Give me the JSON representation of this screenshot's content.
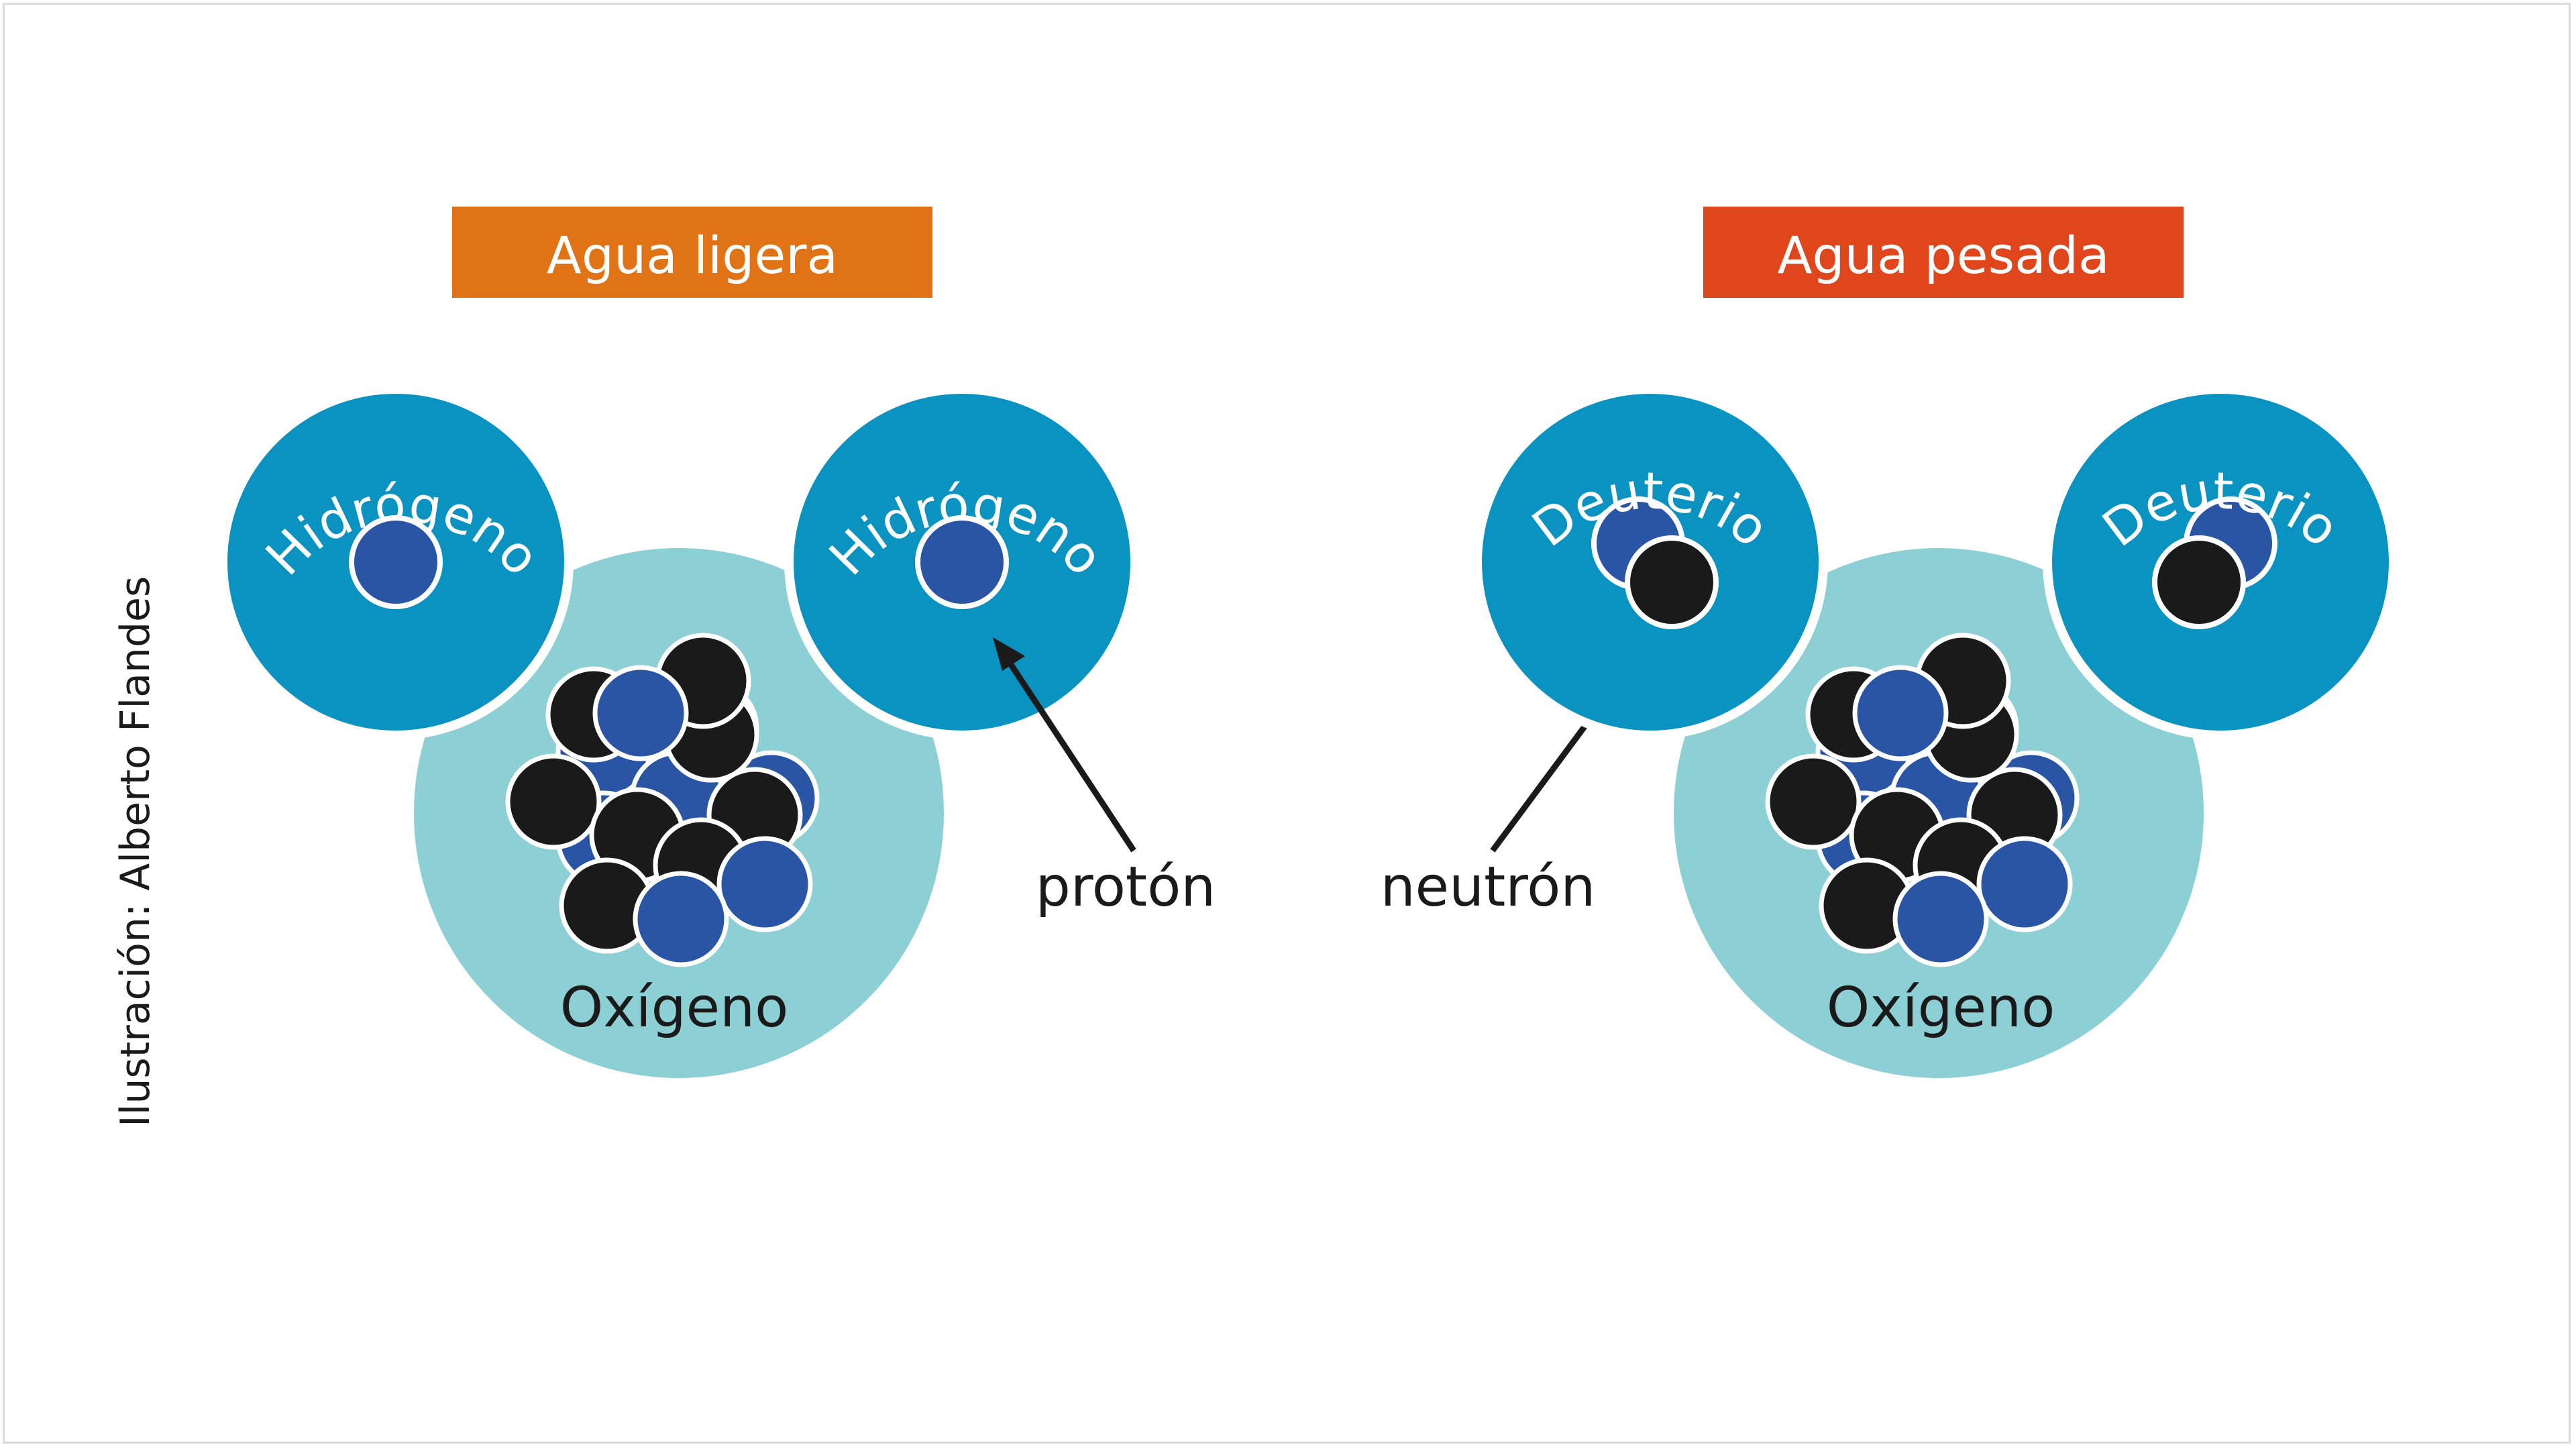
{
  "credit": "Ilustración: Alberto Flandes",
  "light_water": {
    "title": "Agua ligera",
    "left_atom": "Hidrógeno",
    "right_atom": "Hidrógeno",
    "oxygen": "Oxígeno"
  },
  "heavy_water": {
    "title": "Agua pesada",
    "left_atom": "Deuterio",
    "right_atom": "Deuterio",
    "oxygen": "Oxígeno"
  },
  "labels": {
    "proton": "protón",
    "neutron": "neutrón"
  },
  "colors": {
    "light_title_bg": "#e07315",
    "heavy_title_bg": "#e0461c",
    "hydrogen_atom": "#0a93c0",
    "oxygen_atom": "#8ccfd5",
    "proton": "#2a55a5",
    "neutron": "#1a1a1a",
    "text_white": "#ffffff",
    "text_dark": "#1a1a1a"
  }
}
